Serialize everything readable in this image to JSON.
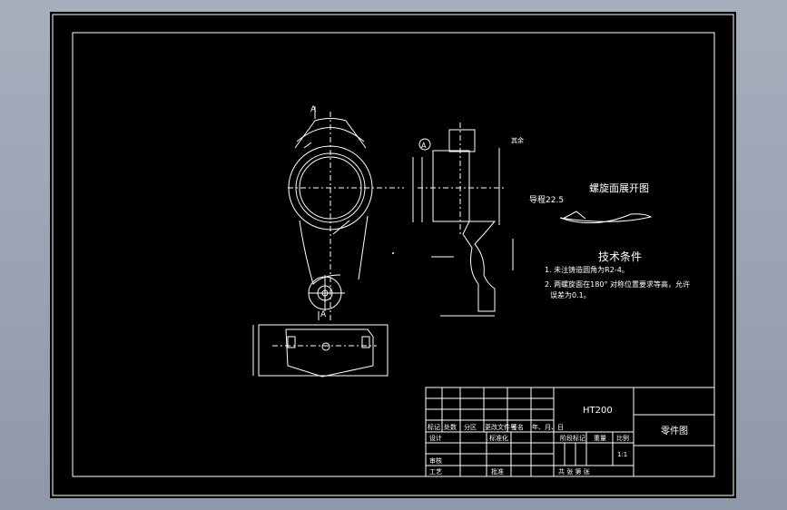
{
  "drawing": {
    "section_marker": "A",
    "view_marker": "A",
    "datum_label": "A",
    "spiral_title": "螺旋面展开图",
    "pitch_label": "导程22.5",
    "surface_finish": "其余",
    "tech": {
      "title": "技术条件",
      "item1": "1. 未注铸造圆角为R2-4。",
      "item2a": "2. 两螺旋面在180° 对称位置要求等高，允许",
      "item2b": "误差为0.1。"
    },
    "title_block": {
      "material": "HT200",
      "drawing_name": "零件图",
      "row_headers": [
        "标记",
        "处数",
        "分区",
        "更改文件号",
        "签名",
        "年、月、日"
      ],
      "design": "设计",
      "standardize": "标准化",
      "review": "审核",
      "process": "工艺",
      "approve": "批准",
      "stage_mark": "阶段标记",
      "weight": "重量",
      "scale": "比例",
      "scale_value": "1:1",
      "sheets": "共    张   第    张"
    }
  }
}
